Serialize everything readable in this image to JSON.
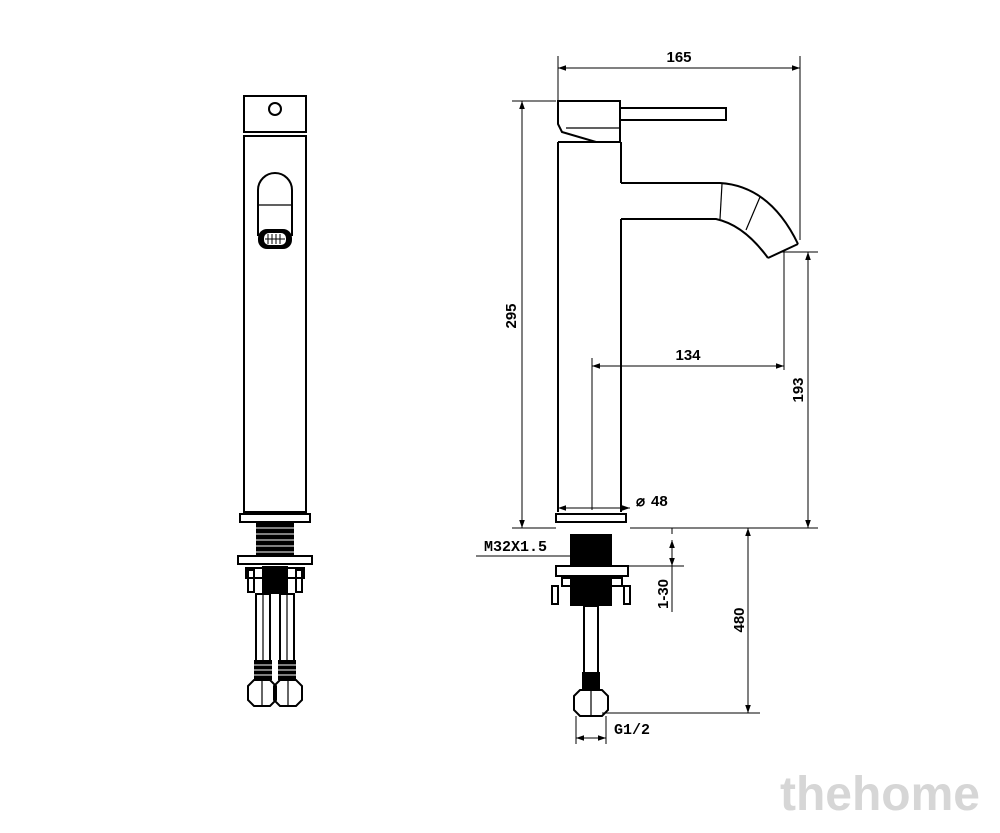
{
  "dimensions": {
    "overall_width": "165",
    "height": "295",
    "spout_reach": "134",
    "spout_height": "193",
    "base_diameter": "48",
    "thread": "M32X1.5",
    "mount_thickness": "1-30",
    "hose_length": "480",
    "connection": "G1/2"
  },
  "diameter_symbol": "⌀",
  "watermark": "thehome"
}
